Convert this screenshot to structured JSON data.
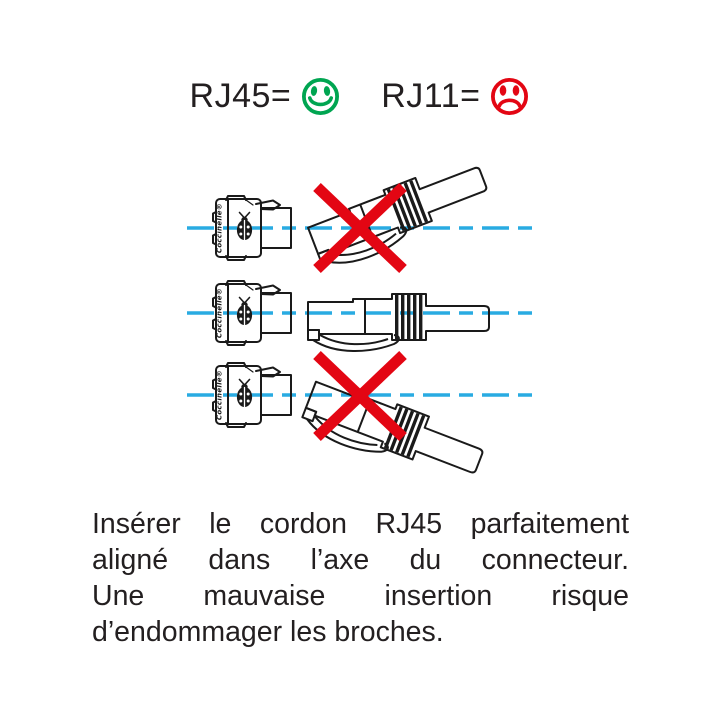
{
  "title": {
    "rj45_label": "RJ45=",
    "rj11_label": "RJ11=",
    "happy_icon": "smiley-happy-icon",
    "sad_icon": "smiley-sad-icon",
    "happy_color": "#00A551",
    "sad_color": "#E30613"
  },
  "brand": {
    "name": "Coccinelle®"
  },
  "diagram": {
    "centerline_color": "#29ABE2",
    "cross_color": "#E30613",
    "drawing_ink_color": "#1A1A1A",
    "rows": [
      {
        "description": "RJ45 plug tilted upward off axis",
        "status": "wrong",
        "cross": true
      },
      {
        "description": "RJ45 plug perfectly aligned with connector axis",
        "status": "correct",
        "cross": false
      },
      {
        "description": "RJ45 plug tilted downward off axis",
        "status": "wrong",
        "cross": true
      }
    ]
  },
  "caption": {
    "lines": [
      "Insérer le cordon RJ45 parfaitement",
      "aligné dans l’axe du connecteur.",
      "Une mauvaise insertion risque",
      "d’endommager les broches."
    ]
  }
}
